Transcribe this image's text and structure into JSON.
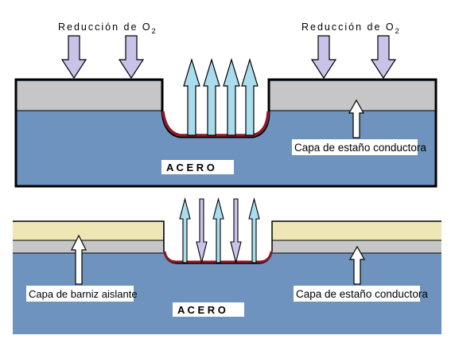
{
  "diagram": {
    "top": {
      "left_title": "Reducción de O",
      "left_title_sub": "2",
      "right_title": "Reducción de O",
      "right_title_sub": "2",
      "tin_label": "Capa de estaño conductora",
      "steel_label": "A C E R O"
    },
    "bottom": {
      "varnish_label": "Capa de barniz aislante",
      "tin_label": "Capa de estaño conductora",
      "steel_label": "A C E R O"
    },
    "colors": {
      "steel": "#6e93bf",
      "tin": "#c6c6c6",
      "varnish": "#efe6b6",
      "corrosion_rim": "#8b1a2a",
      "o2_arrow": "#c9c3ea",
      "dissolution_arrow": "#a9dced",
      "pointer_arrow": "#ffffff"
    }
  }
}
